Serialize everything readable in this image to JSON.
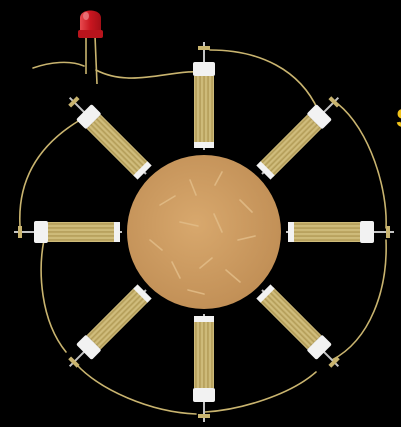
{
  "scene": {
    "background_color": "#000000",
    "led": {
      "name": "red-led",
      "color": "#d91f2a"
    },
    "hub": {
      "name": "circular-cork-hub",
      "color": "#cf9c62"
    },
    "coils": {
      "count": 8,
      "color": "#c9b46f"
    },
    "wire": {
      "color": "#c9b46f"
    },
    "accent_edge_glyph": {
      "color": "#f0c21a"
    }
  }
}
